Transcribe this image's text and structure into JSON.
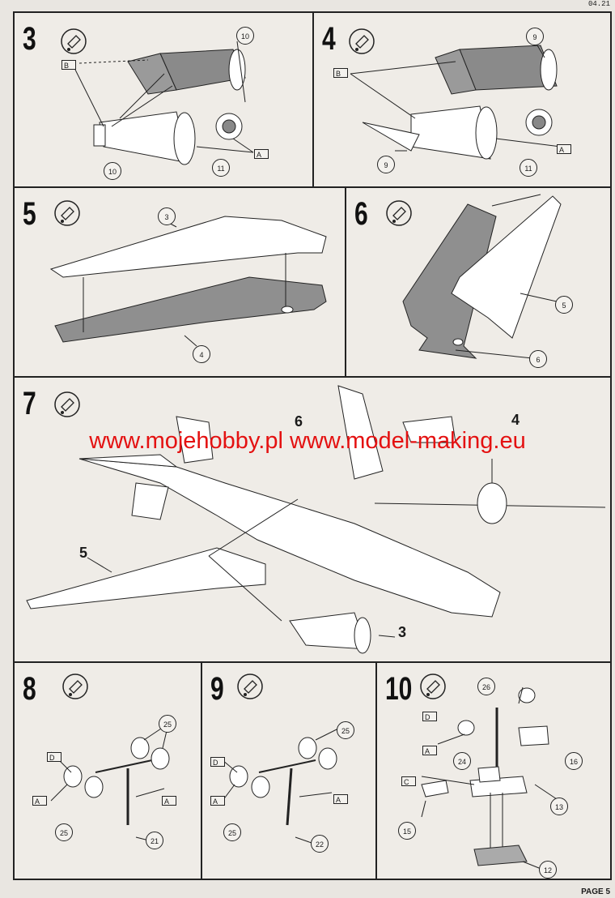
{
  "header": {
    "code": "04.21"
  },
  "footer": {
    "page_label": "PAGE 5"
  },
  "watermark": {
    "text": "www.mojehobby.pl www.model-making.eu"
  },
  "steps": {
    "s3": {
      "number": "3",
      "callouts": [
        "10",
        "10",
        "11"
      ],
      "letters": [
        "B",
        "A"
      ]
    },
    "s4": {
      "number": "4",
      "callouts": [
        "9",
        "9",
        "11"
      ],
      "letters": [
        "B",
        "A"
      ]
    },
    "s5": {
      "number": "5",
      "callouts": [
        "3",
        "4"
      ]
    },
    "s6": {
      "number": "6",
      "callouts": [
        "5",
        "6"
      ]
    },
    "s7": {
      "number": "7",
      "labels": [
        "6",
        "4",
        "5",
        "3"
      ]
    },
    "s8": {
      "number": "8",
      "callouts": [
        "25",
        "25",
        "21"
      ],
      "letters": [
        "D",
        "A",
        "A"
      ]
    },
    "s9": {
      "number": "9",
      "callouts": [
        "25",
        "25",
        "22"
      ],
      "letters": [
        "D",
        "A",
        "A"
      ]
    },
    "s10": {
      "number": "10",
      "callouts": [
        "26",
        "24",
        "16",
        "13",
        "15",
        "12"
      ],
      "letters": [
        "D",
        "A",
        "C"
      ]
    }
  }
}
